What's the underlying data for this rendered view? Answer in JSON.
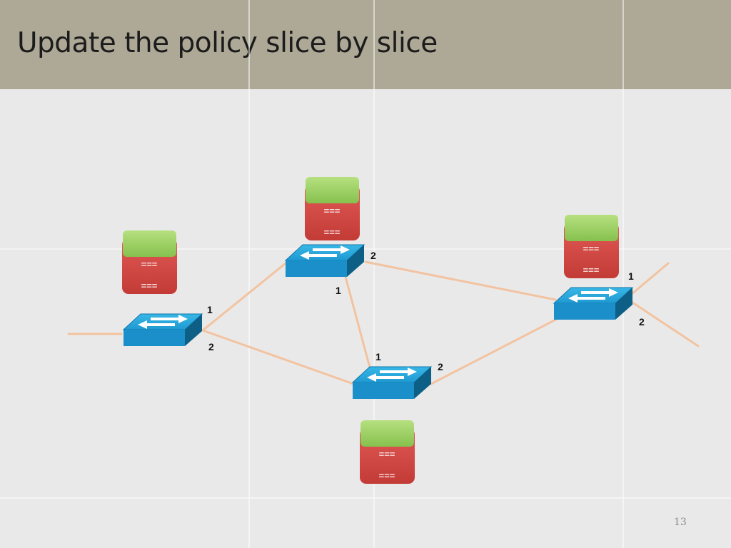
{
  "slide": {
    "title": "Update the policy slice by slice",
    "page_number": "13"
  },
  "colors": {
    "header_bg": "#aea996",
    "slide_bg": "#eae9e9",
    "link": "#f2c3a0",
    "switch_top": "#2aa7da",
    "switch_front": "#1a8cc7",
    "switch_side": "#0e5f86",
    "rule_match": "#9bcf66",
    "rule_table": "#d9534f"
  },
  "switches": [
    {
      "id": "s1",
      "ports": {
        "1": "1",
        "2": "2"
      }
    },
    {
      "id": "s2",
      "ports": {
        "1": "1",
        "2": "2"
      }
    },
    {
      "id": "s3",
      "ports": {
        "1": "1",
        "2": "2"
      }
    },
    {
      "id": "s4",
      "ports": {
        "1": "1",
        "2": "2"
      }
    }
  ],
  "flow_tables": [
    {
      "rules": [
        "===",
        "==="
      ]
    },
    {
      "rules": [
        "===",
        "==="
      ]
    },
    {
      "rules": [
        "===",
        "==="
      ]
    },
    {
      "rules": [
        "===",
        "==="
      ]
    }
  ]
}
